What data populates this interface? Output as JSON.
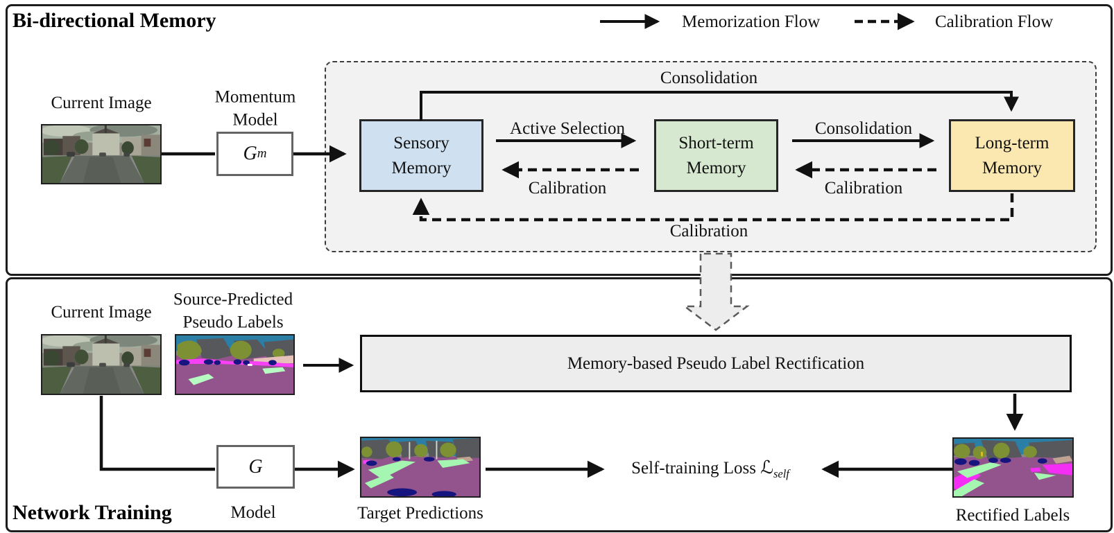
{
  "memory_panel": {
    "title": "Bi-directional Memory",
    "legend": {
      "memorization_label": "Memorization Flow",
      "calibration_label": "Calibration Flow"
    },
    "current_image_label": "Current Image",
    "momentum_model": {
      "line1": "Momentum",
      "line2": "Model",
      "symbol": "G",
      "superscript": "m"
    },
    "memory_container": {
      "sensory": {
        "line1": "Sensory",
        "line2": "Memory"
      },
      "short_term": {
        "line1": "Short-term",
        "line2": "Memory"
      },
      "long_term": {
        "line1": "Long-term",
        "line2": "Memory"
      },
      "labels": {
        "consolidation_top": "Consolidation",
        "active_selection": "Active Selection",
        "calibration_short_to_sensory": "Calibration",
        "consolidation_short_to_long": "Consolidation",
        "calibration_long_to_short": "Calibration",
        "calibration_bottom": "Calibration"
      }
    }
  },
  "training_panel": {
    "title": "Network Training",
    "current_image_label": "Current Image",
    "pseudo_labels": {
      "line1": "Source-Predicted",
      "line2": "Pseudo Labels"
    },
    "rectification_label": "Memory-based Pseudo Label Rectification",
    "model": {
      "symbol": "G",
      "label": "Model"
    },
    "target_predictions_label": "Target Predictions",
    "rectified_labels_label": "Rectified Labels",
    "loss": {
      "prefix": "Self-training Loss",
      "symbol": "ℒ",
      "subscript": "self"
    }
  },
  "colors": {
    "sensory_memory_fill": "#cfe0f1",
    "short_term_memory_fill": "#d6e8d0",
    "long_term_memory_fill": "#fbe7b0",
    "memory_container_bg": "#f2f2f2",
    "rectification_bg": "#ededed",
    "segmentation_sky": "#2b7fa6",
    "segmentation_road": "#93548e",
    "segmentation_vegetation": "#7d9033",
    "segmentation_building": "#57585b",
    "segmentation_car": "#16157f",
    "segmentation_sidewalk": "#f840f6",
    "segmentation_terrain": "#a5f6b0"
  }
}
